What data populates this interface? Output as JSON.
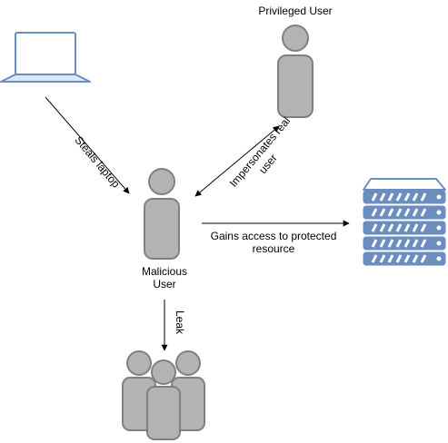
{
  "nodes": {
    "privileged_user": {
      "label": "Privileged User"
    },
    "malicious_user": {
      "label_line1": "Malicious",
      "label_line2": "User"
    }
  },
  "edges": {
    "steals_laptop": "Steals laptop",
    "impersonates_line1": "Impersonates real",
    "impersonates_line2": "user",
    "gains_access_line1": "Gains access to protected",
    "gains_access_line2": "resource",
    "leak": "Leak"
  },
  "colors": {
    "person_fill": "#b3b3b3",
    "person_stroke": "#808080",
    "device_stroke": "#6c8ebf",
    "device_fill": "#dae8fc",
    "server_fill": "#6c8ebf",
    "edge": "#000000"
  }
}
